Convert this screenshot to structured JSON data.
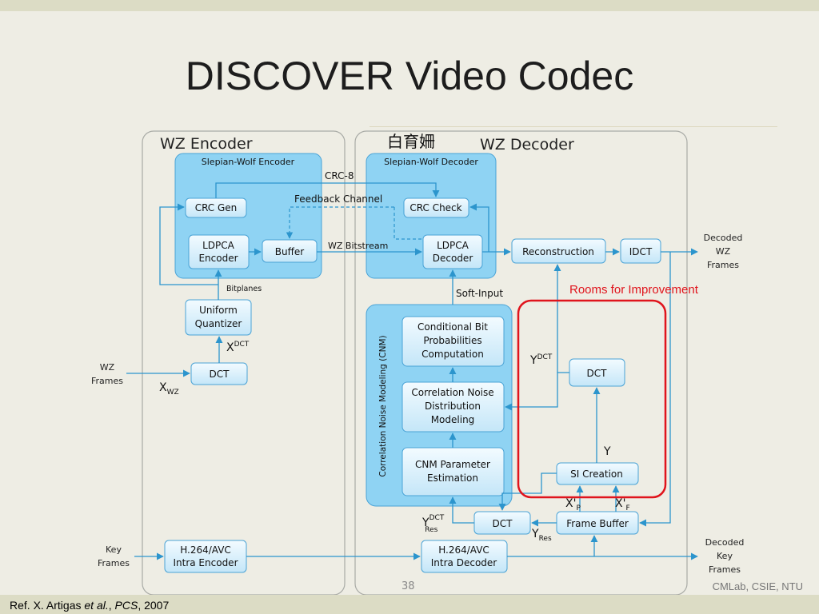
{
  "slide": {
    "title": "DISCOVER Video Codec",
    "page_number": "38",
    "credit": "CMLab, CSIE, NTU",
    "reference": {
      "prefix": "Ref. X. Artigas ",
      "etal": "et al.",
      "sep": ", ",
      "venue": "PCS",
      "year": ", 2007"
    }
  },
  "diagram": {
    "encoder_title": "WZ Encoder",
    "decoder_title": "WZ Decoder",
    "decoder_chinese": "白育姍",
    "sw_encoder": "Slepian-Wolf Encoder",
    "sw_decoder": "Slepian-Wolf Decoder",
    "crc_gen": "CRC Gen",
    "crc_check": "CRC Check",
    "ldpca_encoder": [
      "LDPCA",
      "Encoder"
    ],
    "ldpca_decoder": [
      "LDPCA",
      "Decoder"
    ],
    "buffer": "Buffer",
    "reconstruction": "Reconstruction",
    "idct": "IDCT",
    "uniform_quantizer": [
      "Uniform",
      "Quantizer"
    ],
    "dct_encoder": "DCT",
    "dct_si": "DCT",
    "dct_res": "DCT",
    "cnm_side": "Correlation Noise Modeling (CNM)",
    "cbp": [
      "Conditional Bit",
      "Probabilities",
      "Computation"
    ],
    "cndm": [
      "Correlation Noise",
      "Distribution",
      "Modeling"
    ],
    "cnm_param": [
      "CNM Parameter",
      "Estimation"
    ],
    "si_creation": "SI Creation",
    "frame_buffer": "Frame Buffer",
    "h264_encoder": [
      "H.264/AVC",
      "Intra Encoder"
    ],
    "h264_decoder": [
      "H.264/AVC",
      "Intra Decoder"
    ],
    "label_crc8": "CRC-8",
    "label_feedback": "Feedback Channel",
    "label_wz_bitstream": "WZ Bitstream",
    "label_bitplanes": "Bitplanes",
    "label_soft_input": "Soft-Input",
    "label_rooms": "Rooms for Improvement",
    "wz_frames": [
      "WZ",
      "Frames"
    ],
    "key_frames": [
      "Key",
      "Frames"
    ],
    "decoded_wz": [
      "Decoded",
      "WZ",
      "Frames"
    ],
    "decoded_key": [
      "Decoded",
      "Key",
      "Frames"
    ],
    "sym_x": "X",
    "sup_dct": "DCT",
    "sub_wz": "WZ",
    "sym_y": "Y",
    "sub_res": "Res",
    "sym_xp": "X'",
    "sub_p": "P",
    "sym_xf": "X'",
    "sub_f": "F",
    "colors": {
      "box_fill": "#d4ecfa",
      "box_stroke": "#4aa3d6",
      "group_fill": "#8fd3f3",
      "arrow": "#2c95cd",
      "highlight": "#e0141c"
    }
  }
}
